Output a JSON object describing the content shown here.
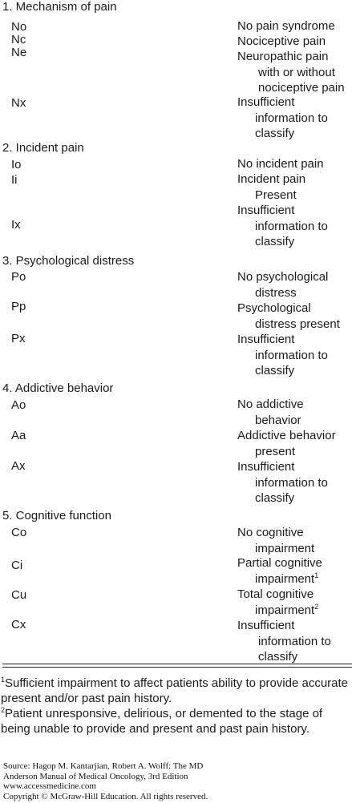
{
  "sections": [
    {
      "title": "1. Mechanism of pain",
      "rows": [
        {
          "code": "No",
          "desc": [
            "No pain syndrome"
          ]
        },
        {
          "code": "Nc",
          "desc": [
            "Nociceptive pain"
          ]
        },
        {
          "code": "Ne",
          "desc": [
            "Neuropathic pain",
            "with or without",
            "nociceptive pain"
          ]
        },
        {
          "code": "Nx",
          "desc": [
            "Insufficient",
            "information to",
            "classify"
          ]
        }
      ]
    },
    {
      "title": "2. Incident pain",
      "rows": [
        {
          "code": "Io",
          "desc": [
            "No incident pain"
          ]
        },
        {
          "code": "Ii",
          "desc": [
            "Incident pain",
            "Present"
          ]
        },
        {
          "code": "Ix",
          "desc": [
            "Insufficient",
            "information to",
            "classify"
          ]
        }
      ]
    },
    {
      "title": "3. Psychological distress",
      "rows": [
        {
          "code": "Po",
          "desc": [
            "No psychological",
            "distress"
          ]
        },
        {
          "code": "Pp",
          "desc": [
            "Psychological",
            "distress present"
          ]
        },
        {
          "code": "Px",
          "desc": [
            "Insufficient",
            "information to",
            "classify"
          ]
        }
      ]
    },
    {
      "title": "4. Addictive behavior",
      "rows": [
        {
          "code": "Ao",
          "desc": [
            "No addictive",
            "behavior"
          ]
        },
        {
          "code": "Aa",
          "desc": [
            "Addictive behavior",
            "present"
          ]
        },
        {
          "code": "Ax",
          "desc": [
            "Insufficient",
            "information to",
            "classify"
          ]
        }
      ]
    },
    {
      "title": "5. Cognitive function",
      "rows": [
        {
          "code": "Co",
          "desc": [
            "No cognitive",
            "impairment"
          ]
        },
        {
          "code": "Ci",
          "desc": [
            "Partial cognitive",
            "impairment"
          ],
          "sup": "1"
        },
        {
          "code": "Cu",
          "desc": [
            "Total cognitive",
            "impairment"
          ],
          "sup": "2"
        },
        {
          "code": "Cx",
          "desc": [
            "Insufficient",
            "information to",
            "classify"
          ]
        }
      ]
    }
  ],
  "footnotes": [
    {
      "mark": "1",
      "text": "Sufficient impairment to affect patients ability to provide accurate present and/or past pain history."
    },
    {
      "mark": "2",
      "text": "Patient unresponsive, delirious, or demented to the stage of being unable to provide and present and past pain history."
    }
  ],
  "source": {
    "line1": "Source: Hagop M. Kantarjian, Robert A. Wolff: The MD",
    "line2": "Anderson Manual of Medical Oncology, 3rd Edition",
    "line3": "www.accessmedicine.com",
    "line4": "Copyright © McGraw-Hill Education. All rights reserved."
  }
}
